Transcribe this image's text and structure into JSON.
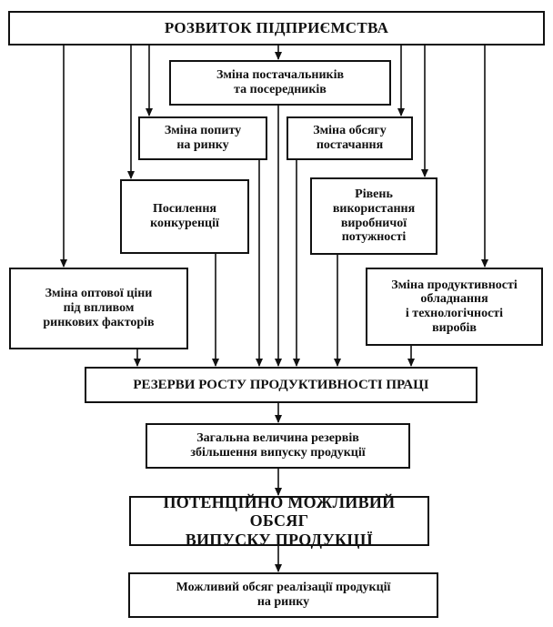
{
  "top": "РОЗВИТОК ПІДПРИЄМСТВА",
  "factors": {
    "suppliers": "Зміна постачальників\nта посередників",
    "demand": "Зміна попиту\nна ринку",
    "supply_volume": "Зміна обсягу\nпостачання",
    "competition": "Посилення\nконкуренції",
    "capacity": "Рівень\nвикористання\nвиробничої\nпотужності",
    "wholesale_price": "Зміна оптової ціни\nпід впливом\nринкових факторів",
    "productivity": "Зміна продуктивності\nобладнання\nі технологічності\nвиробів"
  },
  "reserves": "РЕЗЕРВИ РОСТУ ПРОДУКТИВНОСТІ ПРАЦІ",
  "total": "Загальна величина резервів\nзбільшення випуску продукції",
  "potential": "ПОТЕНЦІЙНО МОЖЛИВИЙ ОБСЯГ\nВИПУСКУ ПРОДУКЦІЇ",
  "sales": "Можливий обсяг реалізації продукції\nна ринку"
}
